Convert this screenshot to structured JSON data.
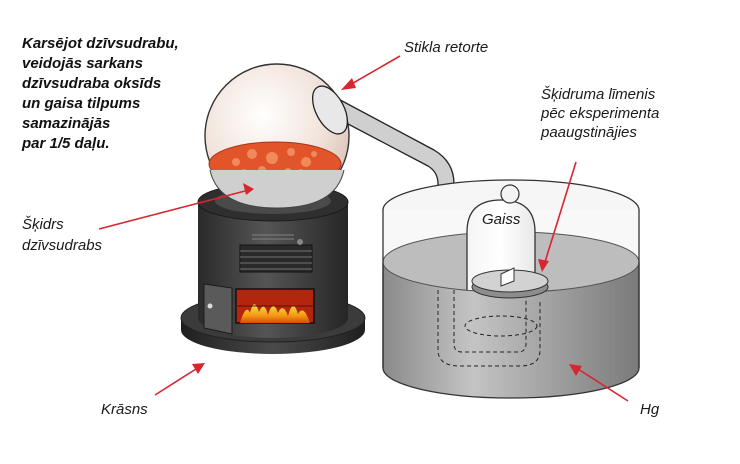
{
  "caption": {
    "lines": [
      "Karsējot dzīvsudrabu,",
      "veidojās sarkans",
      "dzīvsudraba oksīds",
      "un gaisa tilpums",
      "samazinājās",
      "par 1/5 daļu."
    ]
  },
  "labels": {
    "retort": "Stikla retorte",
    "level": [
      "Šķidruma līmenis",
      "pēc eksperimenta",
      "paaugstinājies"
    ],
    "liquid_mercury": [
      "Šķidrs",
      "dzīvsudrabs"
    ],
    "air": "Gaiss",
    "furnace": "Krāsns",
    "mercury": "Hg"
  },
  "colors": {
    "arrow": "#d7262e",
    "fire": "#f39a12",
    "mercury_oxide": "#e2542a",
    "furnace_body": "#3a3a3a"
  }
}
